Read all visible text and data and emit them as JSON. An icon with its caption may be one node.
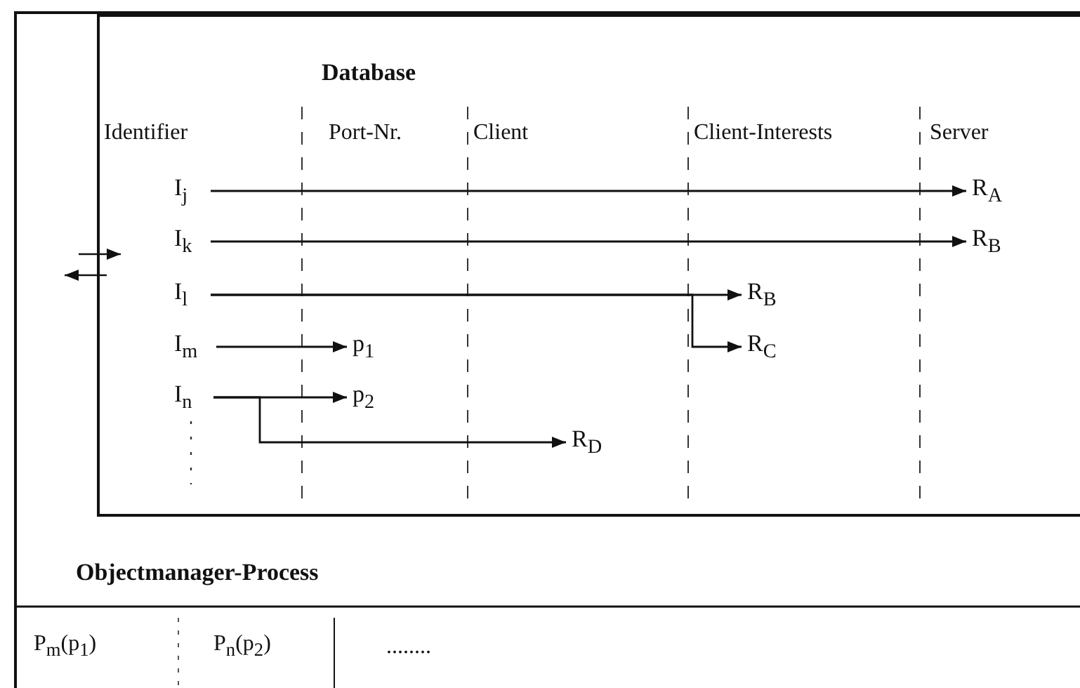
{
  "diagram": {
    "nodes": [
      {
        "text": [
          "Objectmanager-Process"
        ]
      },
      {
        "text": [
          "Database"
        ],
        "in": 0
      },
      {
        "text": [
          "I$_{j}$"
        ],
        "in": 1
      },
      {
        "text": [
          "R$_{A}$"
        ],
        "in": 1
      },
      {
        "text": [
          "I$_{k}$"
        ],
        "in": 1
      },
      {
        "text": [
          "R$_{B}$"
        ],
        "in": 1
      },
      {
        "text": [
          "I$_{l}$"
        ],
        "in": 1
      },
      {
        "text": [
          "R$_{B}$"
        ],
        "in": 1
      },
      {
        "text": [
          "R$_{C}$"
        ],
        "in": 1
      },
      {
        "text": [
          "I$_{m}$"
        ],
        "in": 1
      },
      {
        "text": [
          "p$_{1}$"
        ],
        "in": 1
      },
      {
        "text": [
          "I$_{n}$"
        ],
        "in": 1
      },
      {
        "text": [
          "p$_{2}$"
        ],
        "in": 1
      },
      {
        "text": [
          "R$_{D}$"
        ],
        "in": 1
      }
    ],
    "edges": [
      {
        "from": 2,
        "to": 3,
        "arrow": "to"
      },
      {
        "from": 4,
        "to": 5,
        "arrow": "to"
      },
      {
        "from": 6,
        "to": 7,
        "arrow": "to"
      },
      {
        "from": 6,
        "to": 8,
        "arrow": "to"
      },
      {
        "from": 9,
        "to": 10,
        "arrow": "to"
      },
      {
        "from": 11,
        "to": 12,
        "arrow": "to"
      },
      {
        "from": 11,
        "to": 13,
        "arrow": "to"
      }
    ],
    "labels": [
      "Identifier",
      "Port-Nr.",
      "Client",
      "Client-Interests",
      "Server",
      "P$_{m}$(p$_{1}$)",
      "P$_{n}$(p$_{2}$)",
      "........"
    ]
  }
}
